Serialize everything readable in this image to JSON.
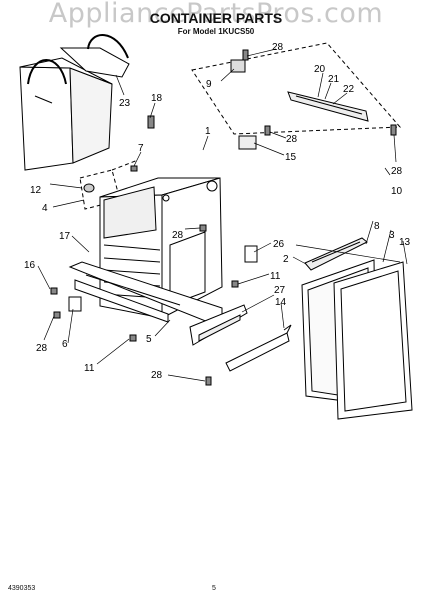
{
  "watermark": "AppliancePartsPros.com",
  "header": {
    "title": "CONTAINER PARTS",
    "model_line": "For Model 1KUCS50"
  },
  "footer": {
    "doc_number": "4390353",
    "page_number": "5"
  },
  "callouts": [
    "18",
    "28",
    "9",
    "20",
    "21",
    "22",
    "23",
    "1",
    "28",
    "15",
    "7",
    "12",
    "28",
    "4",
    "10",
    "28",
    "17",
    "26",
    "2",
    "8",
    "3",
    "13",
    "16",
    "11",
    "27",
    "14",
    "28",
    "6",
    "11",
    "5",
    "28"
  ]
}
